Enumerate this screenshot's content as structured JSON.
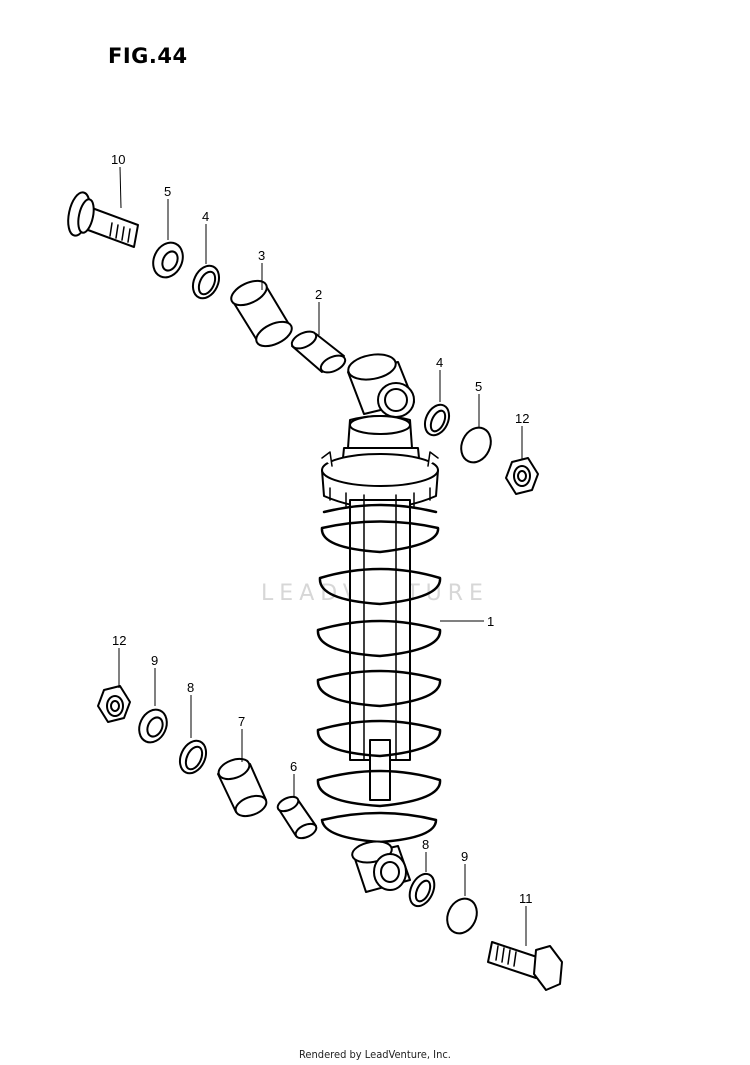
{
  "figure": {
    "title": "FIG.44"
  },
  "watermark": {
    "text": "LEADVENTURE"
  },
  "callouts": {
    "c10": "10",
    "c5a": "5",
    "c4a": "4",
    "c3": "3",
    "c2": "2",
    "c4b": "4",
    "c5b": "5",
    "c12a": "12",
    "c1": "1",
    "c12b": "12",
    "c9a": "9",
    "c8a": "8",
    "c7": "7",
    "c6": "6",
    "c8b": "8",
    "c9b": "9",
    "c11": "11"
  },
  "footer": {
    "text": "Rendered by LeadVenture, Inc."
  }
}
